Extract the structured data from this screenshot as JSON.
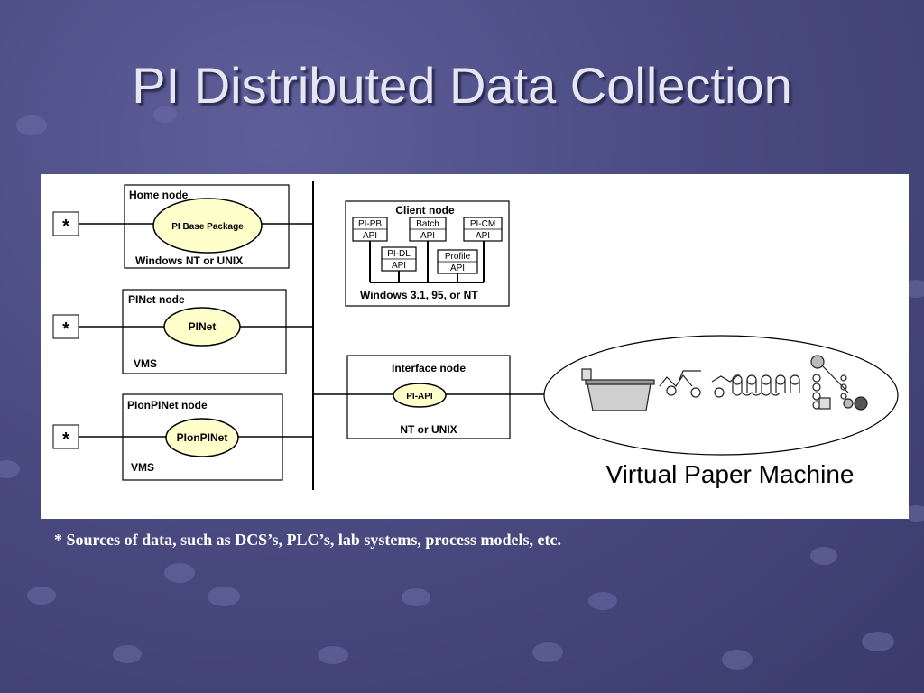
{
  "slide": {
    "title": "PI Distributed Data Collection",
    "footnote": "* Sources of data, such as DCS’s, PLC’s, lab systems, process models, etc."
  },
  "diagram": {
    "source_marker": "*",
    "home_node": {
      "title": "Home node",
      "package": "PI Base Package",
      "os": "Windows NT or UNIX"
    },
    "pinet_node": {
      "title": "PINet node",
      "package": "PINet",
      "os": "VMS"
    },
    "pionpinet_node": {
      "title": "PIonPINet node",
      "package": "PIonPINet",
      "os": "VMS"
    },
    "client_node": {
      "title": "Client node",
      "apis": [
        {
          "line1": "PI-PB",
          "line2": "API"
        },
        {
          "line1": "Batch",
          "line2": "API"
        },
        {
          "line1": "PI-CM",
          "line2": "API"
        },
        {
          "line1": "PI-DL",
          "line2": "API"
        },
        {
          "line1": "Profile",
          "line2": "API"
        }
      ],
      "os": "Windows 3.1, 95, or NT"
    },
    "interface_node": {
      "title": "Interface node",
      "api": "PI-API",
      "os": "NT or UNIX"
    },
    "machine_label": "Virtual Paper Machine"
  }
}
